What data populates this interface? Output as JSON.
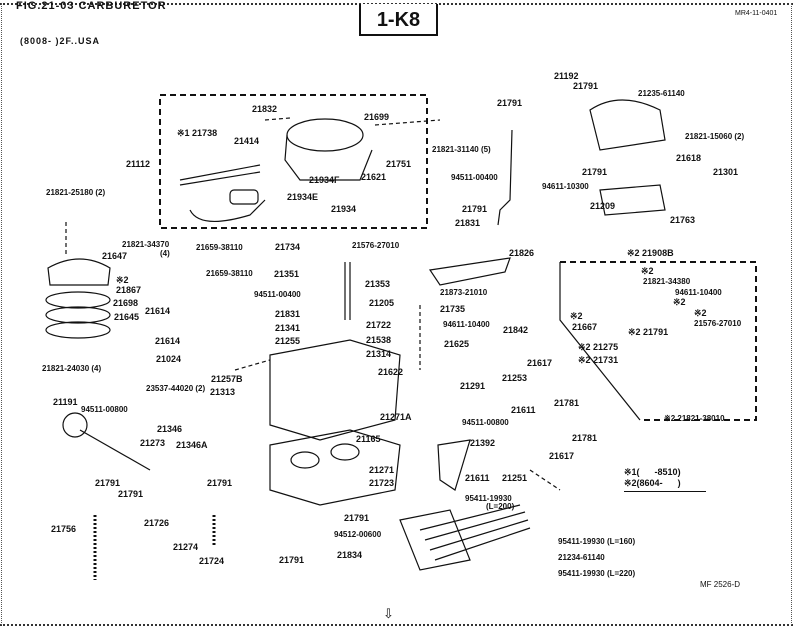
{
  "header": {
    "figure_title": "FIG.21-03 CARBURETOR",
    "applicability": "(8008-     )2F..USA",
    "page_ref": "1-K8",
    "doc_code": "MR4-11-0401"
  },
  "footer": {
    "illustration_code": "MF 2526-D",
    "next_page_arrow": "⇩"
  },
  "legend": {
    "line1": "※1(      -8510)",
    "line2": "※2(8604-      )"
  },
  "parts": [
    {
      "id": "p21832",
      "label": "21832"
    },
    {
      "id": "p21699",
      "label": "21699"
    },
    {
      "id": "p21738",
      "label": "※1 21738"
    },
    {
      "id": "p21414",
      "label": "21414"
    },
    {
      "id": "p21112",
      "label": "21112"
    },
    {
      "id": "p21751",
      "label": "21751"
    },
    {
      "id": "p21621",
      "label": "21621"
    },
    {
      "id": "p21934F",
      "label": "21934F"
    },
    {
      "id": "p21934E",
      "label": "21934E"
    },
    {
      "id": "p21934",
      "label": "21934"
    },
    {
      "id": "p21821-31140",
      "label": "21821-31140 (5)"
    },
    {
      "id": "p94511-00400a",
      "label": "94511-00400"
    },
    {
      "id": "p21791a",
      "label": "21791"
    },
    {
      "id": "p21791b",
      "label": "21791"
    },
    {
      "id": "p21831a",
      "label": "21831"
    },
    {
      "id": "p21192",
      "label": "21192"
    },
    {
      "id": "p21791c",
      "label": "21791"
    },
    {
      "id": "p21235-61140",
      "label": "21235-61140"
    },
    {
      "id": "p21821-15060",
      "label": "21821-15060 (2)"
    },
    {
      "id": "p21618",
      "label": "21618"
    },
    {
      "id": "p21301",
      "label": "21301"
    },
    {
      "id": "p21791d",
      "label": "21791"
    },
    {
      "id": "p94611-10300",
      "label": "94611-10300"
    },
    {
      "id": "p21209",
      "label": "21209"
    },
    {
      "id": "p21763",
      "label": "21763"
    },
    {
      "id": "p21821-25180",
      "label": "21821-25180 (2)"
    },
    {
      "id": "p21821-34370",
      "label": "21821-34370"
    },
    {
      "id": "p21821-34370q",
      "label": "(4)"
    },
    {
      "id": "p21659-38110a",
      "label": "21659-38110"
    },
    {
      "id": "p21647",
      "label": "21647"
    },
    {
      "id": "p21867",
      "label": "※2\n21867"
    },
    {
      "id": "p21698",
      "label": "21698"
    },
    {
      "id": "p21645",
      "label": "21645"
    },
    {
      "id": "p21659-38110b",
      "label": "21659-38110"
    },
    {
      "id": "p21614a",
      "label": "21614"
    },
    {
      "id": "p21614b",
      "label": "21614"
    },
    {
      "id": "p21024",
      "label": "21024"
    },
    {
      "id": "p21821-24030",
      "label": "21821-24030 (4)"
    },
    {
      "id": "p21734",
      "label": "21734"
    },
    {
      "id": "p21351",
      "label": "21351"
    },
    {
      "id": "p94511-00400b",
      "label": "94511-00400"
    },
    {
      "id": "p21831b",
      "label": "21831"
    },
    {
      "id": "p21341",
      "label": "21341"
    },
    {
      "id": "p21255",
      "label": "21255"
    },
    {
      "id": "p21353",
      "label": "21353"
    },
    {
      "id": "p21205",
      "label": "21205"
    },
    {
      "id": "p21722",
      "label": "21722"
    },
    {
      "id": "p21538",
      "label": "21538"
    },
    {
      "id": "p21314",
      "label": "21314"
    },
    {
      "id": "p21622",
      "label": "21622"
    },
    {
      "id": "p21576-27010a",
      "label": "21576-27010"
    },
    {
      "id": "p21826",
      "label": "21826"
    },
    {
      "id": "p21873-21010",
      "label": "21873-21010"
    },
    {
      "id": "p21735",
      "label": "21735"
    },
    {
      "id": "p94611-10400a",
      "label": "94611-10400"
    },
    {
      "id": "p21842",
      "label": "21842"
    },
    {
      "id": "p21625",
      "label": "21625"
    },
    {
      "id": "p21291",
      "label": "21291"
    },
    {
      "id": "p21617a",
      "label": "21617"
    },
    {
      "id": "p21253",
      "label": "21253"
    },
    {
      "id": "p21611a",
      "label": "21611"
    },
    {
      "id": "p21781a",
      "label": "21781"
    },
    {
      "id": "p21908B",
      "label": "※2 21908B"
    },
    {
      "id": "p21821-34380s",
      "label": "※2"
    },
    {
      "id": "p21821-34380",
      "label": "21821-34380"
    },
    {
      "id": "p94611-10400b",
      "label": "94611-10400"
    },
    {
      "id": "p94611-10400bs",
      "label": "※2"
    },
    {
      "id": "p21667s",
      "label": "※2"
    },
    {
      "id": "p21667",
      "label": "21667"
    },
    {
      "id": "p21576-27010bs",
      "label": "※2"
    },
    {
      "id": "p21576-27010b",
      "label": "21576-27010"
    },
    {
      "id": "p21791e",
      "label": "※2 21791"
    },
    {
      "id": "p21275",
      "label": "※2 21275"
    },
    {
      "id": "p21731",
      "label": "※2 21731"
    },
    {
      "id": "p21821-38010",
      "label": "※2 21821-38010"
    },
    {
      "id": "p21257B",
      "label": "21257B"
    },
    {
      "id": "p21313",
      "label": "21313"
    },
    {
      "id": "p23537-44020",
      "label": "23537-44020 (2)"
    },
    {
      "id": "p21191",
      "label": "21191"
    },
    {
      "id": "p94511-00800a",
      "label": "94511-00800"
    },
    {
      "id": "p21346",
      "label": "21346"
    },
    {
      "id": "p21346A",
      "label": "21346A"
    },
    {
      "id": "p21273",
      "label": "21273"
    },
    {
      "id": "p21791f",
      "label": "21791"
    },
    {
      "id": "p21791g",
      "label": "21791"
    },
    {
      "id": "p21791h",
      "label": "21791"
    },
    {
      "id": "p21271A",
      "label": "21271A"
    },
    {
      "id": "p94511-00800b",
      "label": "94511-00800"
    },
    {
      "id": "p21392",
      "label": "21392"
    },
    {
      "id": "p21611b",
      "label": "21611"
    },
    {
      "id": "p21251",
      "label": "21251"
    },
    {
      "id": "p21781b",
      "label": "21781"
    },
    {
      "id": "p21617b",
      "label": "21617"
    },
    {
      "id": "p21165",
      "label": "21165"
    },
    {
      "id": "p21271",
      "label": "21271"
    },
    {
      "id": "p21723",
      "label": "21723"
    },
    {
      "id": "p21726",
      "label": "21726"
    },
    {
      "id": "p21756",
      "label": "21756"
    },
    {
      "id": "p21274",
      "label": "21274"
    },
    {
      "id": "p21724",
      "label": "21724"
    },
    {
      "id": "p21791i",
      "label": "21791"
    },
    {
      "id": "p94512-00600",
      "label": "94512-00600"
    },
    {
      "id": "p21791j",
      "label": "21791"
    },
    {
      "id": "p21834",
      "label": "21834"
    },
    {
      "id": "p95411-19930a",
      "label": "95411-19930"
    },
    {
      "id": "p95411-19930aL",
      "label": "(L=200)"
    },
    {
      "id": "p95411-19930b",
      "label": "95411-19930 (L=160)"
    },
    {
      "id": "p21234-61140",
      "label": "21234-61140"
    },
    {
      "id": "p95411-19930c",
      "label": "95411-19930 (L=220)"
    }
  ]
}
